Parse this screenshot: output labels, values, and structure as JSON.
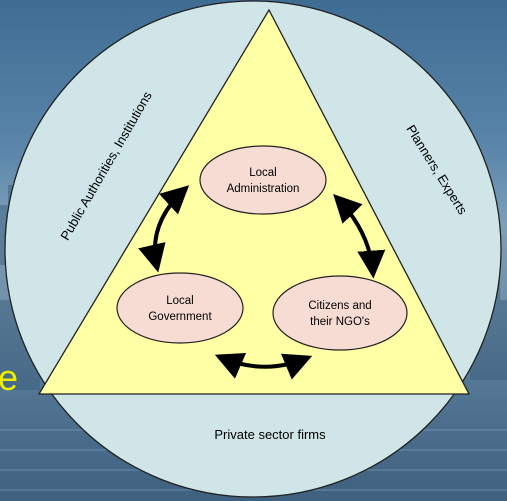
{
  "outer_labels": {
    "left": "Public Authorities, Institutions",
    "right": "Planners, Experts",
    "bottom": "Private sector firms"
  },
  "nodes": {
    "top": [
      "Local",
      "Administration"
    ],
    "left": [
      "Local",
      "Government"
    ],
    "right": [
      "Citizens and",
      "their NGO's"
    ]
  },
  "background_text_fragment": "e",
  "colors": {
    "circle_fill": "#cfe5e7",
    "triangle_fill": "#ffffa6",
    "node_fill": "#f7dcd3",
    "background_text": "#f0ec00"
  }
}
